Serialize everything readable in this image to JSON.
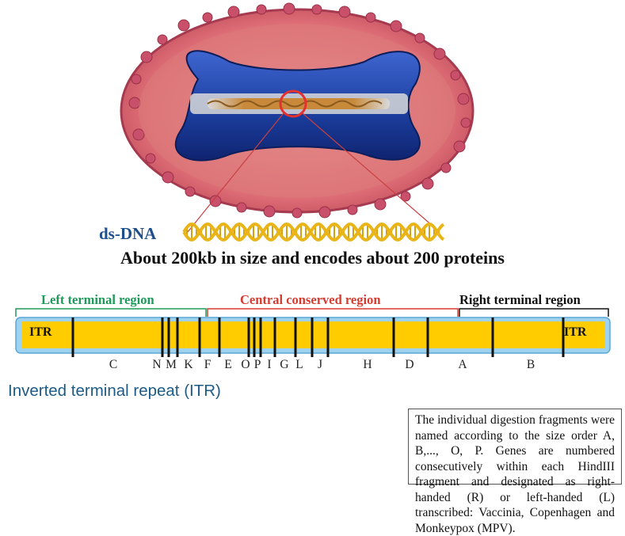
{
  "virion": {
    "colors": {
      "envelope": "#e2707a",
      "core_surface": "#d86f68",
      "core": "#1c3fa0",
      "core_dark": "#0f2470",
      "dna": "#c88a3a",
      "highlight_ring": "#e53030"
    }
  },
  "dna": {
    "label": "ds-DNA",
    "caption": "About 200kb in size and encodes about 200 proteins",
    "helix_color": "#e8b418"
  },
  "genome_map": {
    "regions": [
      {
        "label": "Left terminal region",
        "color": "#1e9a5a"
      },
      {
        "label": "Central conserved region",
        "color": "#d63b2f"
      },
      {
        "label": "Right terminal region",
        "color": "#111111"
      }
    ],
    "itr_left": "ITR",
    "itr_right": "ITR",
    "bar_fill": "#ffcc00",
    "bar_border": "#6fb8e0",
    "fragments": [
      "C",
      "N",
      "M",
      "K",
      "F",
      "E",
      "O",
      "P",
      "I",
      "G",
      "L",
      "J",
      "H",
      "D",
      "A",
      "B"
    ]
  },
  "legend": {
    "itr": "Inverted terminal repeat (ITR)"
  },
  "note": {
    "text": "The individual digestion fragments were named according to the size order A, B,..., O, P. Genes are numbered consecutively within each HindIII fragment and designated as right-handed (R) or left-handed (L) transcribed: Vaccinia, Copenhagen and Monkeypox (MPV)."
  }
}
